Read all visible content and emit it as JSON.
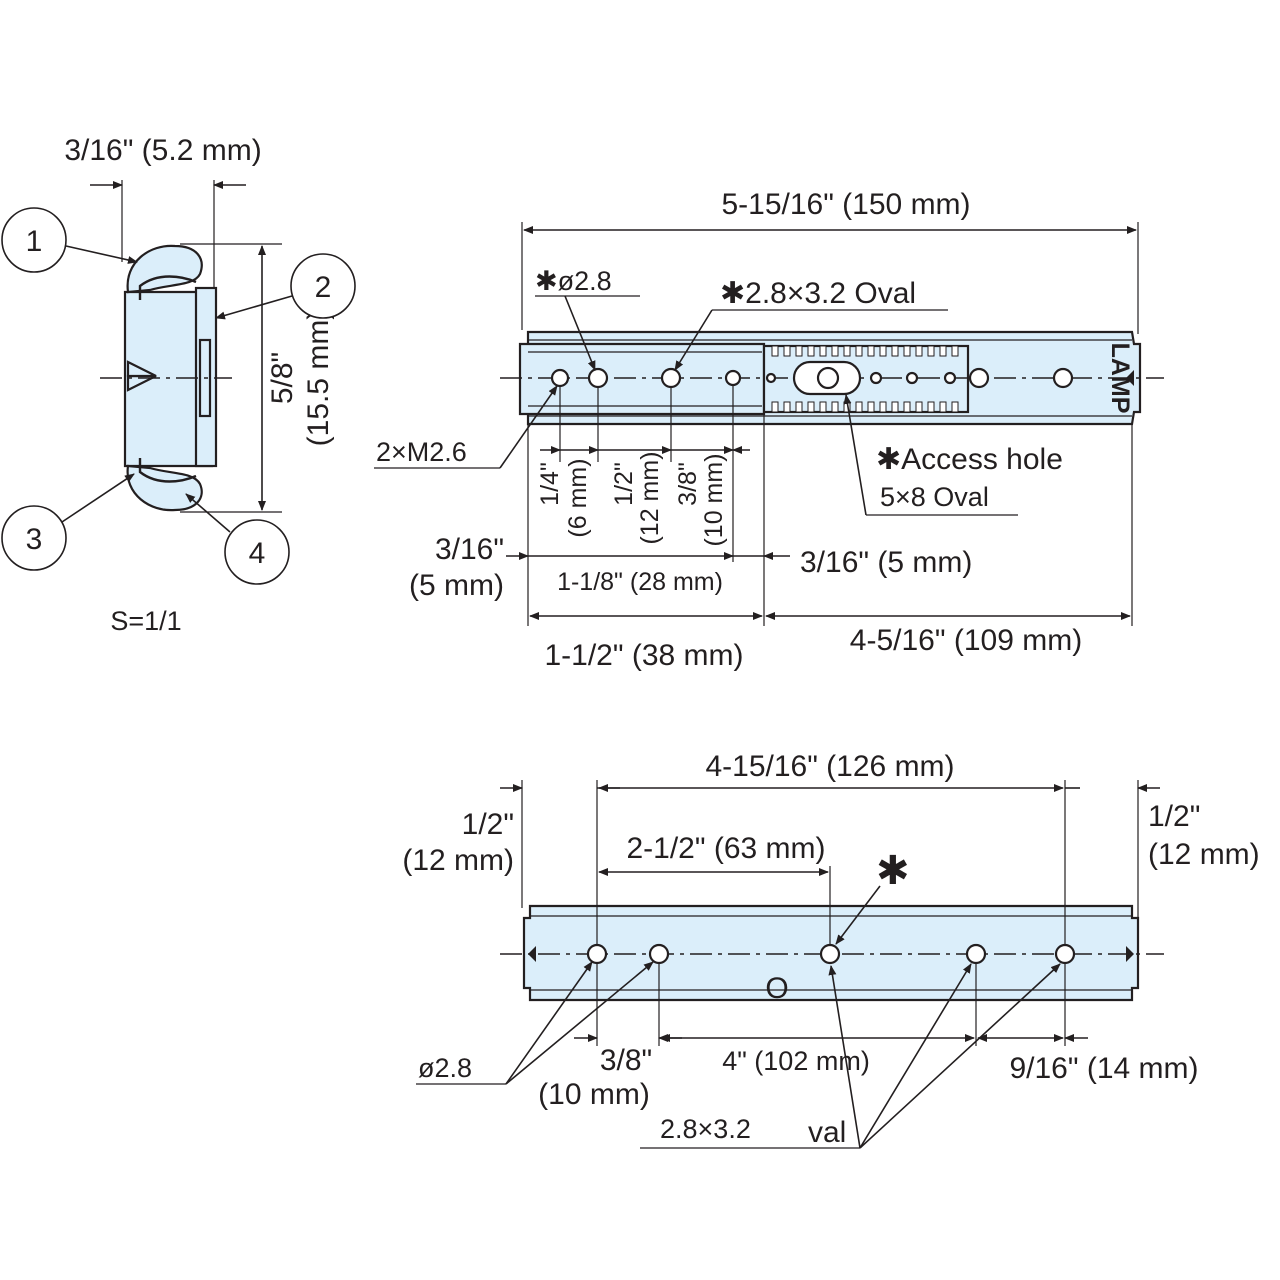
{
  "side_view": {
    "width_dim": "3/16\" (5.2 mm)",
    "height_dim_in": "5/8\"",
    "height_dim_mm": "(15.5 mm)",
    "balloons": [
      "1",
      "2",
      "3",
      "4"
    ],
    "scale": "S=1/1"
  },
  "top_view": {
    "overall_dim": "5-15/16\" (150 mm)",
    "hole_note": "✱ø2.8",
    "oval_note": "✱2.8×3.2 Oval",
    "screw_note": "2×M2.6",
    "access_note_1": "✱Access hole",
    "access_note_2": "5×8 Oval",
    "pitch_1_in": "1/4\"",
    "pitch_1_mm": "(6 mm)",
    "pitch_2_in": "1/2\"",
    "pitch_2_mm": "(12 mm)",
    "pitch_3_in": "3/8\"",
    "pitch_3_mm": "(10 mm)",
    "left_offset_in": "3/16\"",
    "left_offset_mm": "(5 mm)",
    "span_28": "1-1/8\" (28 mm)",
    "right_offset": "3/16\" (5 mm)",
    "closed_len": "1-1/2\" (38 mm)",
    "travel_len": "4-5/16\" (109 mm)",
    "brand": "LAMP"
  },
  "bottom_view": {
    "hole_span": "4-15/16\" (126 mm)",
    "left_end_in": "1/2\"",
    "left_end_mm": "(12 mm)",
    "right_end_in": "1/2\"",
    "right_end_mm": "(12 mm)",
    "mid_span": "2-1/2\" (63 mm)",
    "star": "✱",
    "hole_note": "ø2.8",
    "pitch_in": "3/8\"",
    "pitch_mm": "(10 mm)",
    "span_102": "4\" (102 mm)",
    "span_14": "9/16\" (14 mm)",
    "oval_size": "2.8×3.2",
    "oval_word": "val",
    "letter_o": "O"
  }
}
